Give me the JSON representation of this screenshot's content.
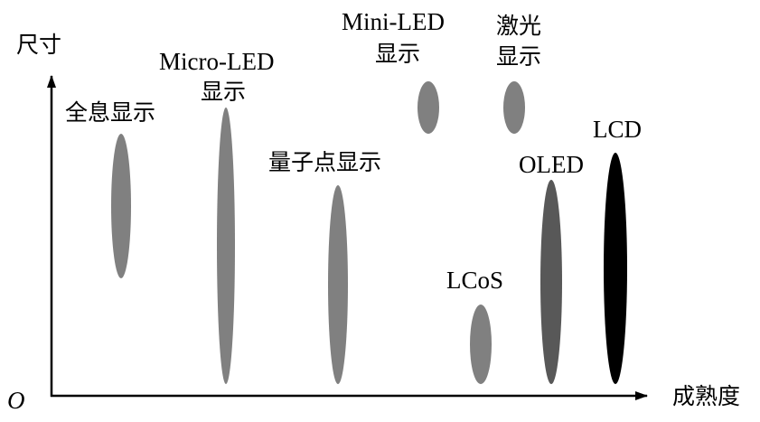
{
  "axes": {
    "y_label": "尺寸",
    "x_label": "成熟度",
    "origin": "O"
  },
  "technologies": [
    {
      "name": "全息显示",
      "label_lines": [
        "全息显示"
      ],
      "color": "#808080"
    },
    {
      "name": "Micro-LED显示",
      "label_lines": [
        "Micro-LED",
        "显示"
      ],
      "color": "#808080"
    },
    {
      "name": "量子点显示",
      "label_lines": [
        "量子点显示"
      ],
      "color": "#808080"
    },
    {
      "name": "Mini-LED显示",
      "label_lines": [
        "Mini-LED",
        "显示"
      ],
      "color": "#808080"
    },
    {
      "name": "激光显示",
      "label_lines": [
        "激光",
        "显示"
      ],
      "color": "#808080"
    },
    {
      "name": "LCoS",
      "label_lines": [
        "LCoS"
      ],
      "color": "#808080"
    },
    {
      "name": "OLED",
      "label_lines": [
        "OLED"
      ],
      "color": "#585858"
    },
    {
      "name": "LCD",
      "label_lines": [
        "LCD"
      ],
      "color": "#000000"
    }
  ]
}
